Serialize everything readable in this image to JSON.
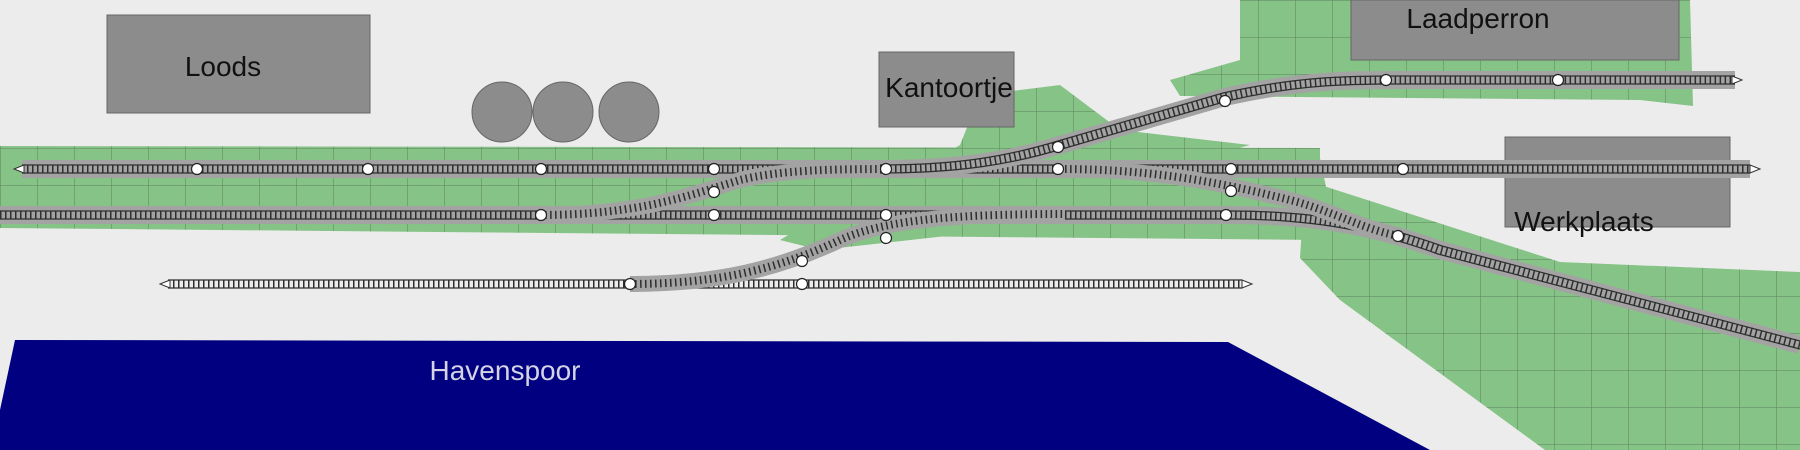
{
  "labels": {
    "loods": "Loods",
    "kantoortje": "Kantoortje",
    "laadperron": "Laadperron",
    "werkplaats": "Werkplaats",
    "havenspoor": "Havenspoor"
  },
  "colors": {
    "background": "#ececec",
    "grass": "#86c386",
    "grass_grid": "#5f7f5f",
    "building": "#8c8c8c",
    "water": "#000080",
    "track_bed": "#a3a3a3",
    "track_rail": "#2e2e2e",
    "node": "#ffffff"
  }
}
